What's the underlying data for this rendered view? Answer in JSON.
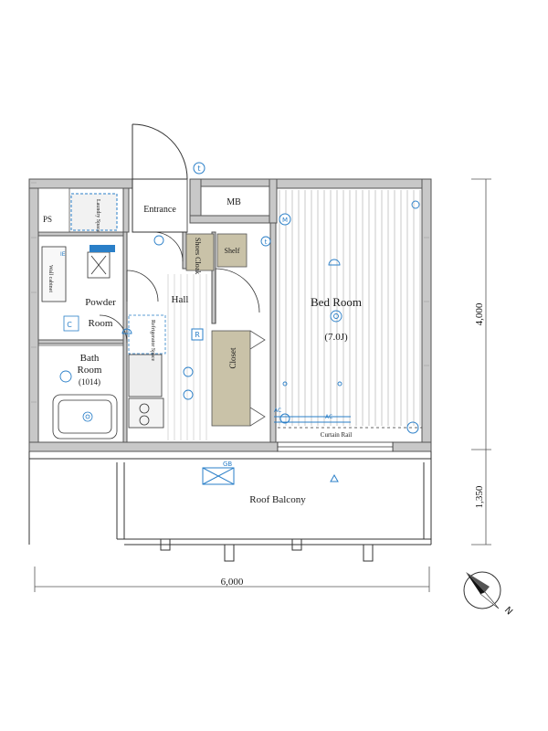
{
  "rooms": {
    "ps": "PS",
    "entrance": "Entrance",
    "mb": "MB",
    "bedroom": "Bed Room",
    "bedroom_size": "(7.0J)",
    "laundry": "Laundry Space",
    "wall_cabinet": "Wall cabinet",
    "powder_room": "Powder",
    "powder_room_2": "Room",
    "hall": "Hall",
    "shoes_cloak": "Shoes Cloak",
    "shelf": "Shelf",
    "closet": "Closet",
    "refrigerator": "Refrigerator Space",
    "bath_room": "Bath",
    "bath_room_2": "Room",
    "bath_size": "(1014)",
    "roof_balcony": "Roof Balcony",
    "curtain_rail": "Curtain Rail"
  },
  "dimensions": {
    "width": "6,000",
    "bedroom_depth": "4,000",
    "balcony_depth": "1,350"
  },
  "symbols": {
    "gb": "GB",
    "ac1": "AC",
    "ac2": "AC",
    "r": "R",
    "m": "M",
    "t1": "t",
    "t2": "t",
    "c": "C",
    "ie": "IE",
    "n": "N"
  },
  "colors": {
    "wall": "#c8c8c8",
    "wall_edge": "#555555",
    "closet_fill": "#c9c2a8",
    "fixture": "#2a7fc8",
    "line": "#333333"
  }
}
